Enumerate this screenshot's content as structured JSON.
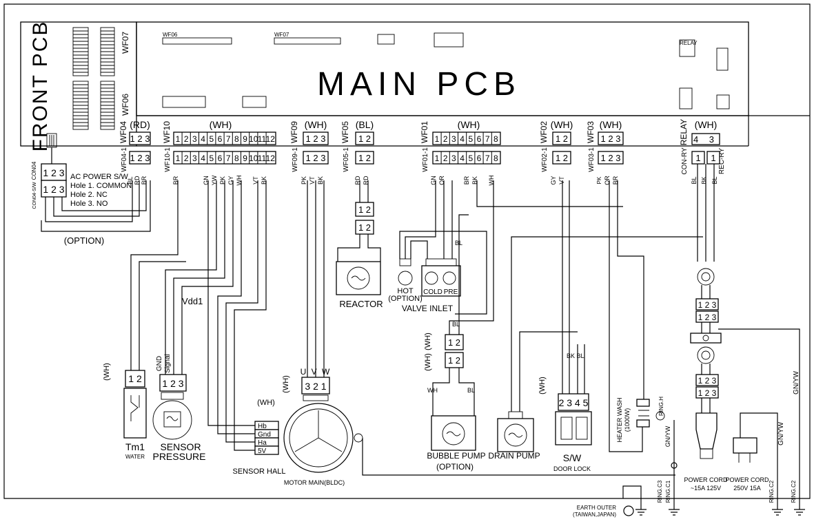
{
  "boards": {
    "front_pcb": "FRONT PCB",
    "main_pcb": "MAIN PCB",
    "wf07_side": "WF07",
    "wf06_side": "WF06",
    "wf06_top": "WF06",
    "wf07_top": "WF07",
    "relay_label": "RELAY"
  },
  "connectors": {
    "wf04": {
      "name": "WF04",
      "sub": "WF04-1",
      "color": "(RD)",
      "pins": "1 2 3",
      "wires": [
        "BL",
        "RD",
        "BR"
      ]
    },
    "wf10": {
      "name": "WF10",
      "sub": "WF10-1",
      "color": "(WH)",
      "pins": [
        "1",
        "2",
        "3",
        "4",
        "5",
        "6",
        "7",
        "8",
        "9",
        "10",
        "11",
        "12"
      ],
      "wires": [
        "BR",
        "GN",
        "YW",
        "PK",
        "GY",
        "WH",
        "VT",
        "BK"
      ]
    },
    "wf09": {
      "name": "WF09",
      "sub": "WF09-1",
      "color": "(WH)",
      "pins": "1 2 3",
      "wires": [
        "PK",
        "VT",
        "BK"
      ]
    },
    "wf05": {
      "name": "WF05",
      "sub": "WF05-1",
      "color": "(BL)",
      "pins": "1 2",
      "wires": [
        "RD",
        "RD"
      ]
    },
    "wf01": {
      "name": "WF01",
      "sub": "WF01-1",
      "color": "(WH)",
      "pins": [
        "1",
        "2",
        "3",
        "4",
        "5",
        "6",
        "7",
        "8"
      ],
      "wires": [
        "GN",
        "OR",
        "BR",
        "BK",
        "WH"
      ]
    },
    "wf02": {
      "name": "WF02",
      "sub": "WF02-1",
      "color": "(WH)",
      "pins": "1 2",
      "wires": [
        "GY",
        "VT"
      ]
    },
    "wf03": {
      "name": "WF03",
      "sub": "WF03-1",
      "color": "(WH)",
      "pins": "1 2 3",
      "wires": [
        "PK",
        "OR",
        "BR"
      ]
    },
    "relay": {
      "name": "RELAY",
      "color": "(WH)",
      "pins": "4 3",
      "subs": [
        "CON-RY",
        "REC-RY"
      ],
      "pin1": "1",
      "wires": [
        "BL",
        "BK",
        "BL"
      ]
    }
  },
  "ac_switch": {
    "connector_labels": [
      "CON04",
      "CON04-S/W"
    ],
    "pins": "1 2 3",
    "title": "AC POWER S/W",
    "holes": [
      "Hole 1. COMMON",
      "Hole 2. NC",
      "Hole 3. NO"
    ],
    "option": "(OPTION)"
  },
  "components": {
    "reactor": "REACTOR",
    "hot": "HOT",
    "hot_option": "(OPTION)",
    "cold": "COLD",
    "pre": "PRE",
    "valve_inlet": "VALVE INLET",
    "bubble_pump": "BUBBLE PUMP",
    "bubble_option": "(OPTION)",
    "drain_pump": "DRAIN PUMP",
    "sw": "S/W",
    "door_lock": "DOOR LOCK",
    "tm1": "Tm1",
    "water": "WATER",
    "sensor_pressure_1": "SENSOR",
    "sensor_pressure_2": "PRESSURE",
    "sensor_hall": "SENSOR HALL",
    "motor_main": "MOTOR MAIN(BLDC)",
    "heater_wash": "HEATER WASH",
    "heater_watt": "(1000W)",
    "power_cord_1": "POWER CORD",
    "power_cord_1b": "~15A 125V",
    "power_cord_2": "POWER CORD",
    "power_cord_2b": "250V 15A",
    "earth_outer": "EARTH OUTER",
    "earth_region": "(TAIWAN,JAPAN)"
  },
  "labels": {
    "vdd1": "Vdd1",
    "gnd": "GND",
    "signal": "Signal",
    "hall_pins": [
      "Hb",
      "Gnd",
      "Ha",
      "5V"
    ],
    "motor_pins": "3 2 1",
    "motor_uvw": "U V W",
    "tm1_pins": "1 2",
    "pressure_pins": "1 2 3",
    "sw_pins": "2 3 4 5",
    "reactor_pins": [
      "1 2",
      "1 2"
    ],
    "bubble_pins": [
      "1 2",
      "1 2"
    ],
    "pc_pins": [
      "1 2 3",
      "1 2 3"
    ],
    "cord_pins": [
      "1 2 3",
      "1 2 3"
    ],
    "wh": "(WH)",
    "bk_bl": "BK BL",
    "gn_yw": "GN/YW",
    "wh_bl": "WH",
    "bl": "BL",
    "ring_c3": "RING.C3",
    "ring_c1": "RING.C1",
    "ring_c2a": "RING.C2",
    "ring_c2b": "RING.C2",
    "ring_h": "RING.H"
  }
}
